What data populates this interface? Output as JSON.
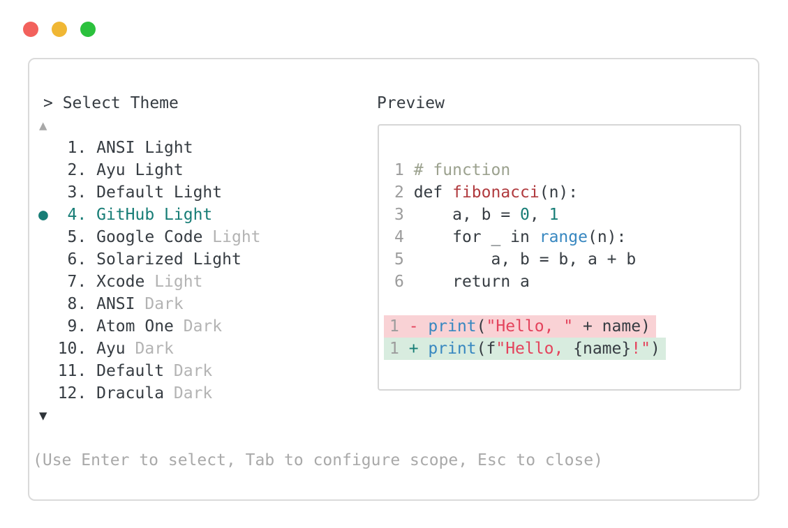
{
  "window_controls": {
    "close": "close-window",
    "minimize": "minimize-window",
    "zoom": "zoom-window"
  },
  "theme_selector": {
    "prompt": "> Select Theme",
    "scroll_up_icon": "▲",
    "scroll_down_icon": "▼",
    "selected_marker": "●",
    "items": [
      {
        "number": "1.",
        "name": "ANSI Light",
        "suffix": "",
        "selected": false
      },
      {
        "number": "2.",
        "name": "Ayu Light",
        "suffix": "",
        "selected": false
      },
      {
        "number": "3.",
        "name": "Default Light",
        "suffix": "",
        "selected": false
      },
      {
        "number": "4.",
        "name": "GitHub Light",
        "suffix": "",
        "selected": true
      },
      {
        "number": "5.",
        "name": "Google Code",
        "suffix": "Light",
        "selected": false
      },
      {
        "number": "6.",
        "name": "Solarized Light",
        "suffix": "",
        "selected": false
      },
      {
        "number": "7.",
        "name": "Xcode",
        "suffix": "Light",
        "selected": false
      },
      {
        "number": "8.",
        "name": "ANSI",
        "suffix": "Dark",
        "selected": false
      },
      {
        "number": "9.",
        "name": "Atom One",
        "suffix": "Dark",
        "selected": false
      },
      {
        "number": "10.",
        "name": "Ayu",
        "suffix": "Dark",
        "selected": false
      },
      {
        "number": "11.",
        "name": "Default",
        "suffix": "Dark",
        "selected": false
      },
      {
        "number": "12.",
        "name": "Dracula",
        "suffix": "Dark",
        "selected": false
      }
    ],
    "hint": "(Use Enter to select, Tab to configure scope, Esc to close)"
  },
  "preview": {
    "label": "Preview",
    "code_lines": [
      {
        "num": "1",
        "tokens": [
          {
            "t": "# function",
            "c": "comment"
          }
        ]
      },
      {
        "num": "2",
        "tokens": [
          {
            "t": "def ",
            "c": "plain"
          },
          {
            "t": "fibonacci",
            "c": "func"
          },
          {
            "t": "(n):",
            "c": "plain"
          }
        ]
      },
      {
        "num": "3",
        "tokens": [
          {
            "t": "    a, b = ",
            "c": "plain"
          },
          {
            "t": "0",
            "c": "number"
          },
          {
            "t": ", ",
            "c": "plain"
          },
          {
            "t": "1",
            "c": "number"
          }
        ]
      },
      {
        "num": "4",
        "tokens": [
          {
            "t": "    for _ in ",
            "c": "plain"
          },
          {
            "t": "range",
            "c": "builtin"
          },
          {
            "t": "(n):",
            "c": "plain"
          }
        ]
      },
      {
        "num": "5",
        "tokens": [
          {
            "t": "        a, b = b, a + b",
            "c": "plain"
          }
        ]
      },
      {
        "num": "6",
        "tokens": [
          {
            "t": "    return a",
            "c": "plain"
          }
        ]
      }
    ],
    "diff_lines": [
      {
        "num": "1",
        "bg": "removed",
        "tokens": [
          {
            "t": "- ",
            "c": "string"
          },
          {
            "t": "print",
            "c": "builtin"
          },
          {
            "t": "(",
            "c": "plain"
          },
          {
            "t": "\"Hello, \"",
            "c": "string"
          },
          {
            "t": " + name)",
            "c": "plain"
          }
        ]
      },
      {
        "num": "1",
        "bg": "added",
        "tokens": [
          {
            "t": "+ ",
            "c": "sign-add"
          },
          {
            "t": "print",
            "c": "builtin"
          },
          {
            "t": "(f",
            "c": "plain"
          },
          {
            "t": "\"Hello, ",
            "c": "string"
          },
          {
            "t": "{name}",
            "c": "plain"
          },
          {
            "t": "!\"",
            "c": "string"
          },
          {
            "t": ")",
            "c": "plain"
          }
        ]
      }
    ]
  },
  "colors": {
    "accent_teal": "#177d76",
    "function_red": "#b03a3e",
    "string_pink": "#e4435c",
    "builtin_blue": "#3787c0",
    "comment_olive": "#9ba18e",
    "removed_bg": "#f9d2d5",
    "added_bg": "#d8ecdf",
    "muted_gray": "#b3b3b3",
    "traffic_red": "#f2615c",
    "traffic_yellow": "#f0b734",
    "traffic_green": "#2bc13d"
  }
}
